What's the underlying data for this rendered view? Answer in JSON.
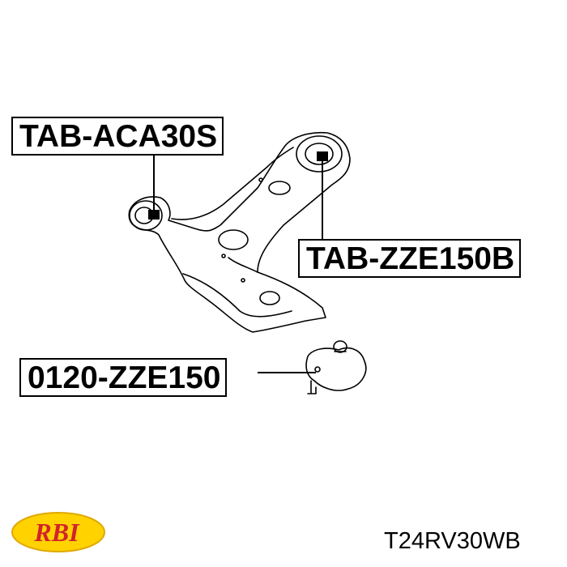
{
  "diagram": {
    "callouts": {
      "rear_bushing": "TAB-ACA30S",
      "front_bushing": "TAB-ZZE150B",
      "ball_joint": "0120-ZZE150"
    }
  },
  "footer": {
    "part_number": "T24RV30WB",
    "logo_text": "RBI"
  },
  "colors": {
    "line": "#000000",
    "background": "#ffffff",
    "logo_fill": "#ffd200",
    "logo_text": "#d2232a"
  }
}
